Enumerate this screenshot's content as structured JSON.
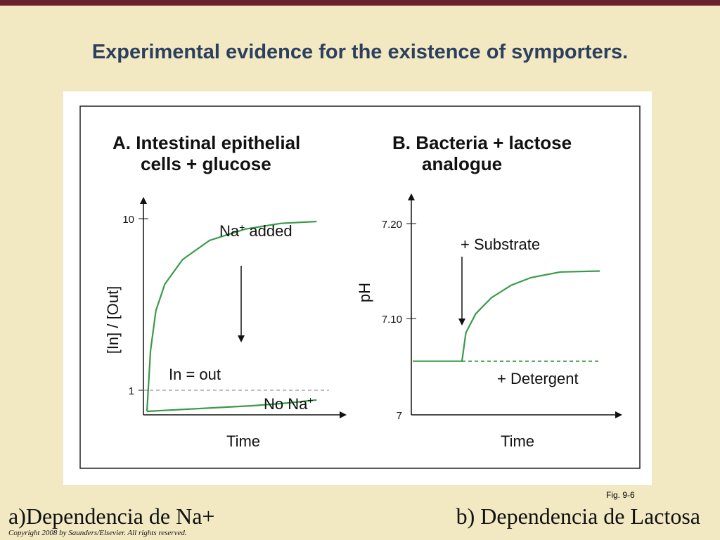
{
  "slide": {
    "title": "Experimental evidence for the existence of symporters.",
    "fig_label": "Fig. 9-6",
    "caption_a": "a)Dependencia de Na+",
    "caption_b": "b) Dependencia de Lactosa",
    "copyright": "Copyright 2008 by Saunders/Elsevier. All rights reserved.",
    "colors": {
      "background": "#f2e9c3",
      "top_bar": "#6b2230",
      "title": "#2b3f5f",
      "curve": "#3a9a4a"
    }
  },
  "chart_data": [
    {
      "type": "line",
      "title_line1": "A. Intestinal epithelial",
      "title_line2": "cells + glucose",
      "xlabel": "Time",
      "ylabel": "[In] / [Out]",
      "yticks": [
        "10",
        "1"
      ],
      "ylim": [
        0,
        10.5
      ],
      "series": [
        {
          "name": "Na+ added",
          "x": [
            0,
            0.02,
            0.05,
            0.1,
            0.2,
            0.35,
            0.55,
            0.75,
            0.95
          ],
          "y": [
            0,
            3.2,
            5.3,
            6.7,
            8.0,
            9.0,
            9.6,
            9.9,
            10.0
          ]
        },
        {
          "name": "No Na+",
          "x": [
            0,
            0.2,
            0.4,
            0.6,
            0.8,
            0.95
          ],
          "y": [
            0,
            0.1,
            0.2,
            0.3,
            0.45,
            0.6
          ]
        }
      ],
      "reference_line": {
        "label": "In = out",
        "y": 1,
        "style": "dashed"
      },
      "annotations": {
        "na_added": "Na",
        "na_added_sup": "+",
        "na_added_rest": " added",
        "no_na": "No Na",
        "no_na_sup": "+",
        "in_out": "In = out"
      }
    },
    {
      "type": "line",
      "title_line1": "B. Bacteria + lactose",
      "title_line2": "analogue",
      "xlabel": "Time",
      "ylabel": "pH",
      "yticks": [
        "7.20",
        "7.10",
        "7"
      ],
      "ylim": [
        7.0,
        7.22
      ],
      "series": [
        {
          "name": "+ Substrate",
          "x": [
            0,
            0.25,
            0.27,
            0.32,
            0.4,
            0.5,
            0.6,
            0.75,
            0.95
          ],
          "y": [
            7.055,
            7.055,
            7.085,
            7.105,
            7.122,
            7.135,
            7.143,
            7.149,
            7.15
          ]
        },
        {
          "name": "+ Detergent",
          "x": [
            0.25,
            0.95
          ],
          "y": [
            7.055,
            7.055
          ],
          "style": "dashed"
        }
      ],
      "annotations": {
        "substrate": "+ Substrate",
        "detergent": "+ Detergent"
      }
    }
  ]
}
